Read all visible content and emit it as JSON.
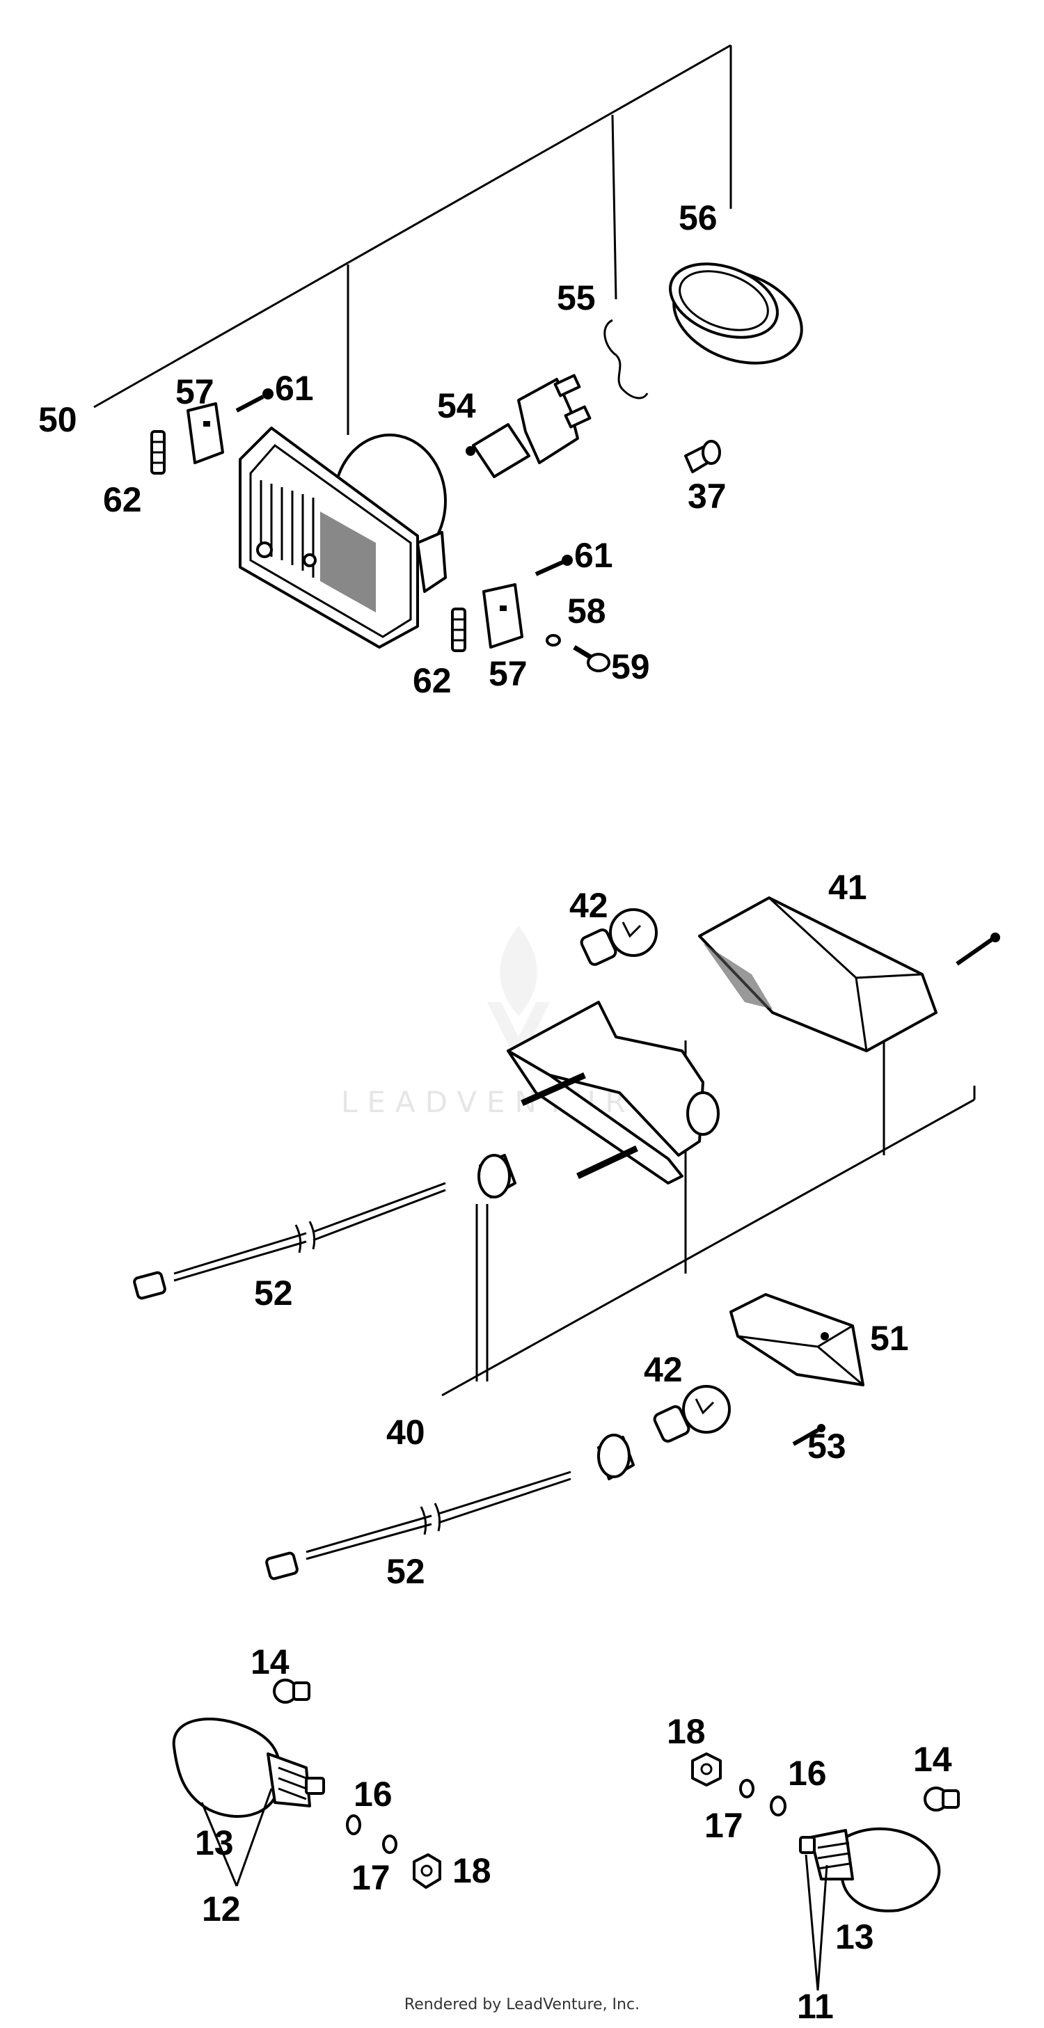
{
  "watermark": {
    "text": "LEADVENTURE",
    "logo": "leadventure-flame-logo"
  },
  "footer": {
    "text": "Rendered by LeadVenture, Inc."
  },
  "callouts": {
    "c11": "11",
    "c12": "12",
    "c13a": "13",
    "c13b": "13",
    "c14a": "14",
    "c14b": "14",
    "c16a": "16",
    "c16b": "16",
    "c17a": "17",
    "c17b": "17",
    "c18a": "18",
    "c18b": "18",
    "c37": "37",
    "c40": "40",
    "c41": "41",
    "c42a": "42",
    "c42b": "42",
    "c50": "50",
    "c51": "51",
    "c52a": "52",
    "c52b": "52",
    "c53": "53",
    "c54": "54",
    "c55": "55",
    "c56": "56",
    "c57a": "57",
    "c57b": "57",
    "c58": "58",
    "c59": "59",
    "c61a": "61",
    "c61b": "61",
    "c62a": "62",
    "c62b": "62"
  },
  "colors": {
    "line": "#000000",
    "background": "#ffffff",
    "watermark": "#e6e6e6"
  }
}
